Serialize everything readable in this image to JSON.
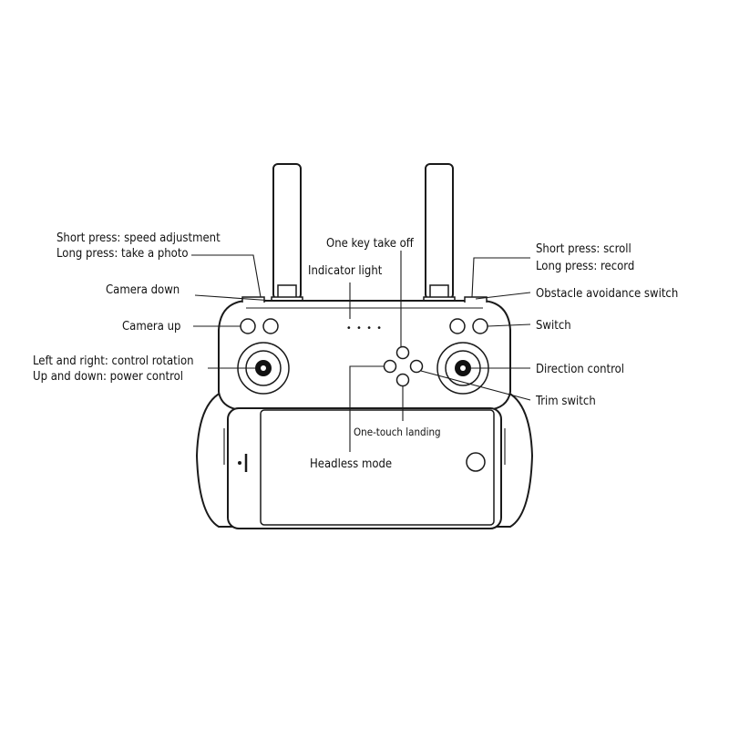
{
  "labels": {
    "speed_adjustment": "Short press: speed adjustment",
    "take_photo": "Long press: take a photo",
    "camera_down": "Camera down",
    "camera_up": "Camera up",
    "control_rotation": "Left and right: control rotation",
    "power_control": "Up and down: power control",
    "one_key_take_off": "One key take off",
    "indicator_light": "Indicator light",
    "short_press_scroll": "Short press: scroll",
    "long_press_record": "Long press: record",
    "obstacle_avoidance_switch": "Obstacle avoidance switch",
    "switch": "Switch",
    "direction_control": "Direction control",
    "trim_switch": "Trim switch",
    "one_touch_landing": "One-touch landing",
    "headless_mode": "Headless mode"
  },
  "indicator_dots": "• • • •"
}
